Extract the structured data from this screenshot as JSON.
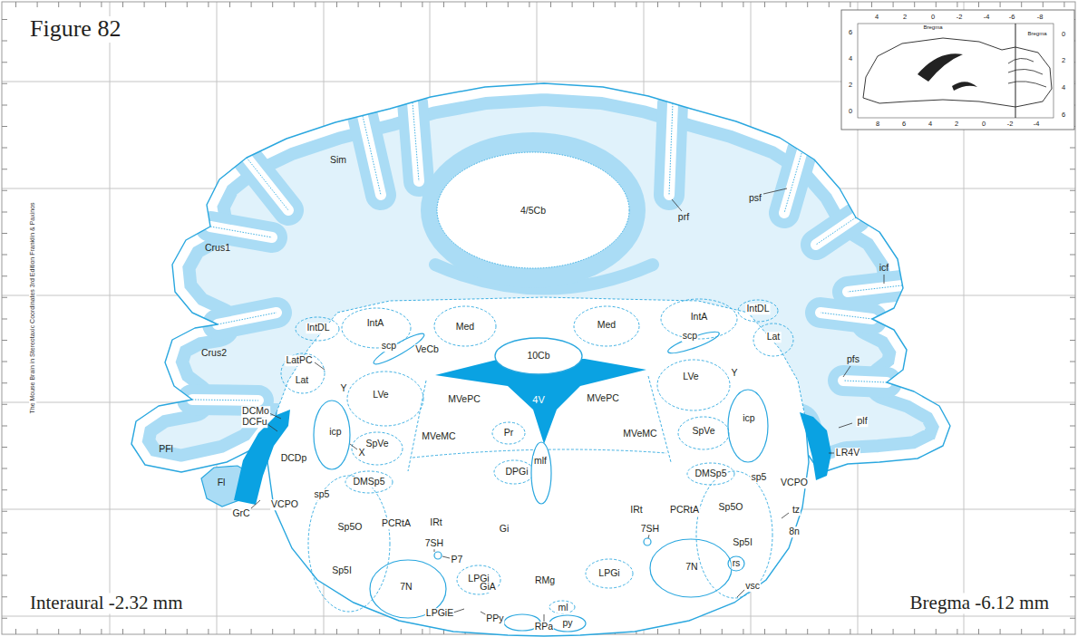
{
  "diagram": {
    "title": "Figure 82",
    "labels": [
      "Bregma",
      "4",
      "2",
      "0",
      "-2",
      "-4",
      "-6",
      "-8",
      "Bregma",
      "6",
      "0",
      "4",
      "2",
      "2",
      "4",
      "0",
      "6",
      "8",
      "6",
      "4",
      "2",
      "0",
      "-2",
      "-4",
      "The Mouse Brain in Stereotaxic Coordinates 3rd Edition Franklin & Paxinos",
      "Sim",
      "4/5Cb",
      "psf",
      "prf",
      "Crus1",
      "icf",
      "IntDL",
      "IntA",
      "IntDL",
      "IntA",
      "Med",
      "Med",
      "scp",
      "Lat",
      "scp",
      "VeCb",
      "Crus2",
      "10Cb",
      "pfs",
      "LatPC",
      "Y",
      "LVe",
      "Lat",
      "Y",
      "LVe",
      "MVePC",
      "4V",
      "MVePC",
      "DCMo",
      "icp",
      "plf",
      "DCFu",
      "icp",
      "SpVe",
      "Pr",
      "MVeMC",
      "MVeMC",
      "SpVe",
      "PFl",
      "LR4V",
      "X",
      "DCDp",
      "mlf",
      "DPGi",
      "DMSp5",
      "sp5",
      "Fl",
      "DMSp5",
      "VCPO",
      "sp5",
      "VCPO",
      "IRt",
      "PCRtA",
      "Sp5O",
      "tz",
      "GrC",
      "IRt",
      "PCRtA",
      "Sp5O",
      "Gi",
      "7SH",
      "8n",
      "7SH",
      "Sp5I",
      "P7",
      "rs",
      "7N",
      "Sp5I",
      "LPGi",
      "LPGi",
      "RMg",
      "GiA",
      "vsc",
      "7N",
      "Interaural -2.32 mm",
      "Bregma -6.12 mm",
      "ml",
      "LPGiE",
      "PPy",
      "py",
      "RPa"
    ]
  }
}
